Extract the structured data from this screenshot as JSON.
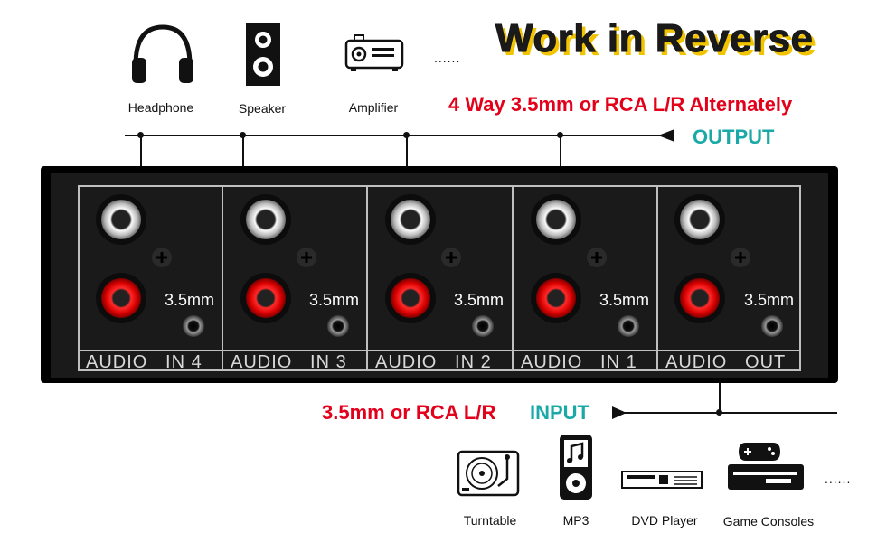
{
  "header": {
    "title": "Work in Reverse"
  },
  "output": {
    "headline": "4 Way 3.5mm or RCA L/R Alternately",
    "label": "OUTPUT",
    "devices": [
      "Headphone",
      "Speaker",
      "Amplifier"
    ],
    "more": "......"
  },
  "panel": {
    "channels": [
      {
        "label": "AUDIO   IN 4",
        "jack": "3.5mm"
      },
      {
        "label": "AUDIO   IN 3",
        "jack": "3.5mm"
      },
      {
        "label": "AUDIO   IN 2",
        "jack": "3.5mm"
      },
      {
        "label": "AUDIO   IN 1",
        "jack": "3.5mm"
      },
      {
        "label": "AUDIO   OUT",
        "jack": "3.5mm"
      }
    ]
  },
  "input": {
    "headline": "3.5mm or RCA L/R",
    "label": "INPUT",
    "devices": [
      "Turntable",
      "MP3",
      "DVD Player",
      "Game Consoles"
    ],
    "more": "......"
  },
  "colors": {
    "red": "#e3001b",
    "teal": "#1ba9a8",
    "title_glow": "#f2c400"
  }
}
